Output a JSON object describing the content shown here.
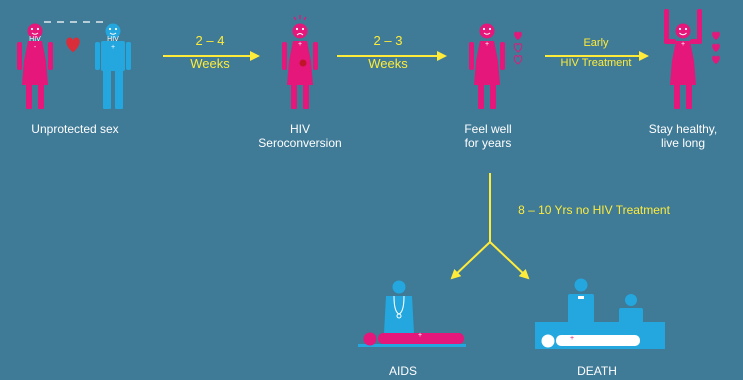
{
  "colors": {
    "background": "#3f7a97",
    "female": "#e5177a",
    "male": "#23a7de",
    "arrow": "#ffec3a",
    "heart": "#d92d3a",
    "text": "#ffffff"
  },
  "steps": [
    {
      "line1": "Unprotected sex",
      "line2": ""
    },
    {
      "line1": "HIV",
      "line2": "Seroconversion"
    },
    {
      "line1": "Feel well",
      "line2": "for years"
    },
    {
      "line1": "Stay healthy,",
      "line2": "live long"
    }
  ],
  "figure_text": {
    "female_tag": "HIV",
    "female_sign": "-",
    "male_tag": "HIV",
    "male_sign": "+",
    "plus": "+"
  },
  "arrows": {
    "a1_top": "2 – 4",
    "a1_bottom": "Weeks",
    "a2_top": "2 – 3",
    "a2_bottom": "Weeks",
    "a3_top": "Early",
    "a3_bottom": "HIV Treatment",
    "branch": "8 – 10 Yrs no HIV Treatment"
  },
  "outcomes": {
    "aids": "AIDS",
    "death": "DEATH"
  }
}
